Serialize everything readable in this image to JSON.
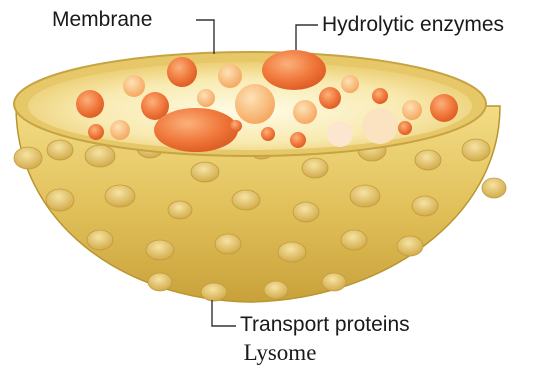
{
  "labels": {
    "membrane": "Membrane",
    "enzymes": "Hydrolytic enzymes",
    "transport": "Transport proteins"
  },
  "caption": "Lysome",
  "colors": {
    "shell": "#e2c25a",
    "shell_dark": "#b8952e",
    "lumen": "#fbf3c4",
    "enzyme": "#f07a3e",
    "enzyme_light": "#f7a35c",
    "leader_line": "#333333"
  }
}
